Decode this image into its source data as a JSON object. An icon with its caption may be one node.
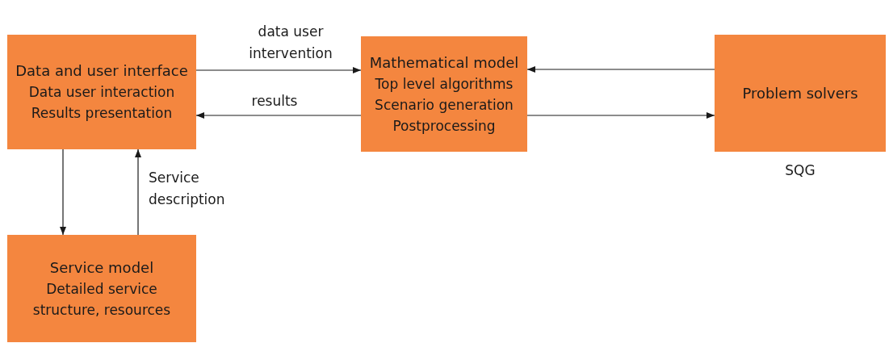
{
  "diagram": {
    "nodes": [
      {
        "text": [
          "Data and user interface",
          "Data user interaction",
          "Results presentation"
        ]
      },
      {
        "text": [
          "Mathematical model",
          "Top level algorithms",
          "Scenario generation",
          "Postprocessing"
        ]
      },
      {
        "text": [
          "Problem solvers"
        ],
        "beside": [
          "SQG"
        ]
      },
      {
        "text": [
          "Service model",
          "Detailed service structure, resources"
        ]
      }
    ],
    "edges": [
      {
        "from": 0,
        "to": 1,
        "arrow": "to",
        "label": "data user intervention"
      },
      {
        "from": 1,
        "to": 0,
        "arrow": "to",
        "label": "results"
      },
      {
        "from": 2,
        "to": 1,
        "arrow": "to"
      },
      {
        "from": 1,
        "to": 2,
        "arrow": "to"
      },
      {
        "from": 0,
        "to": 3,
        "arrow": "to"
      },
      {
        "from": 3,
        "to": 0,
        "arrow": "to",
        "label": "Service description"
      }
    ]
  }
}
